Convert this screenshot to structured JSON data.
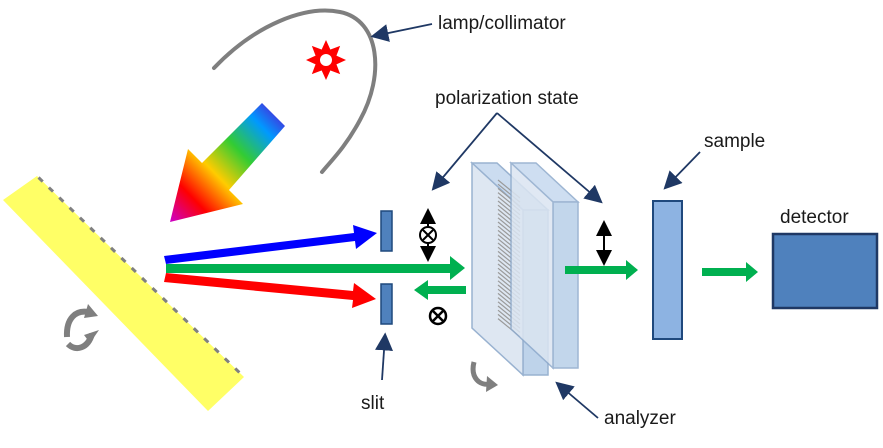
{
  "labels": {
    "lamp": "lamp/collimator",
    "polarization": "polarization state",
    "sample": "sample",
    "detector": "detector",
    "slit": "slit",
    "analyzer": "analyzer"
  },
  "colors": {
    "grating": "#ffff66",
    "component_blue": "#4f81bd",
    "component_light": "#8db3e2",
    "beam_blue": "#0000ff",
    "beam_green": "#00b050",
    "beam_red": "#ff0000",
    "lamp_star": "#ff0000",
    "pointer": "#1f3864"
  },
  "icons": [
    "sun-icon",
    "rotate-arrow-icon",
    "polarizer-cross-icon",
    "double-arrow-icon"
  ]
}
